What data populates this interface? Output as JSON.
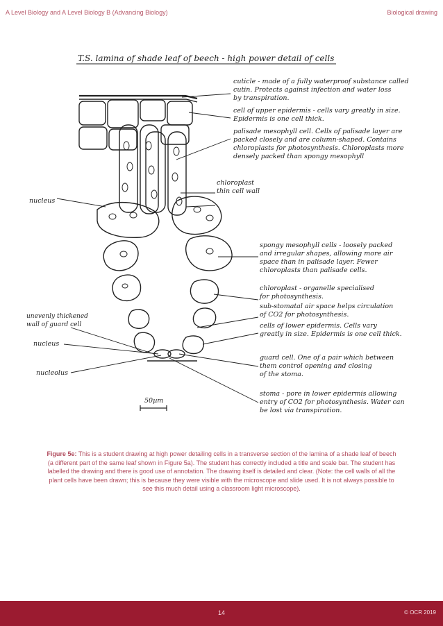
{
  "header": {
    "left": "A Level Biology and A Level Biology B (Advancing Biology)",
    "right": "Biological drawing"
  },
  "drawing": {
    "title": "T.S. lamina of shade leaf of beech - high power detail of cells",
    "labels_right": [
      [
        "cuticle - made of a fully waterproof substance called",
        "cutin. Protects against infection and water loss",
        "by transpiration."
      ],
      [
        "cell of upper epidermis - cells vary greatly in size.",
        "Epidermis is one cell thick."
      ],
      [
        "palisade mesophyll cell. Cells of palisade layer are",
        "packed closely and are column-shaped. Contains",
        "chloroplasts for photosynthesis. Chloroplasts more",
        "densely packed than spongy mesophyll"
      ],
      [
        "chloroplast",
        "thin cell wall"
      ],
      [
        "spongy mesophyll cells - loosely packed",
        "and irregular shapes, allowing more air",
        "space than in palisade layer. Fewer",
        "chloroplasts than palisade cells."
      ],
      [
        "chloroplast - organelle specialised",
        "for photosynthesis."
      ],
      [
        "sub-stomatal air space helps circulation",
        "of CO2 for photosynthesis."
      ],
      [
        "cells of lower epidermis. Cells vary",
        "greatly in size. Epidermis is one cell thick."
      ],
      [
        "guard cell. One of a pair which between",
        "them control opening and closing",
        "of the stoma."
      ],
      [
        "stoma - pore in lower epidermis allowing",
        "entry of CO2 for photosynthesis. Water can",
        "be lost via transpiration."
      ]
    ],
    "labels_left": [
      [
        "nucleus"
      ],
      [
        "unevenly thickened",
        "wall of guard cell"
      ],
      [
        "nucleus"
      ],
      [
        "nucleolus"
      ]
    ],
    "scale_bar": "50µm"
  },
  "caption": {
    "label": "Figure 5e:",
    "text": "This is a student drawing at high power detailing cells in a transverse section of the lamina of a shade leaf of beech (a different part of the same leaf shown in Figure 5a). The student has correctly included a title and scale bar. The student has labelled the drawing and there is good use of annotation. The drawing itself is detailed and clear. (Note: the cell walls of all the plant cells have been drawn; this is because they were visible with the microscope and slide used. It is not always possible to see this much detail using a classroom light microscope)."
  },
  "footer": {
    "page": "14",
    "copyright": "© OCR 2019"
  }
}
